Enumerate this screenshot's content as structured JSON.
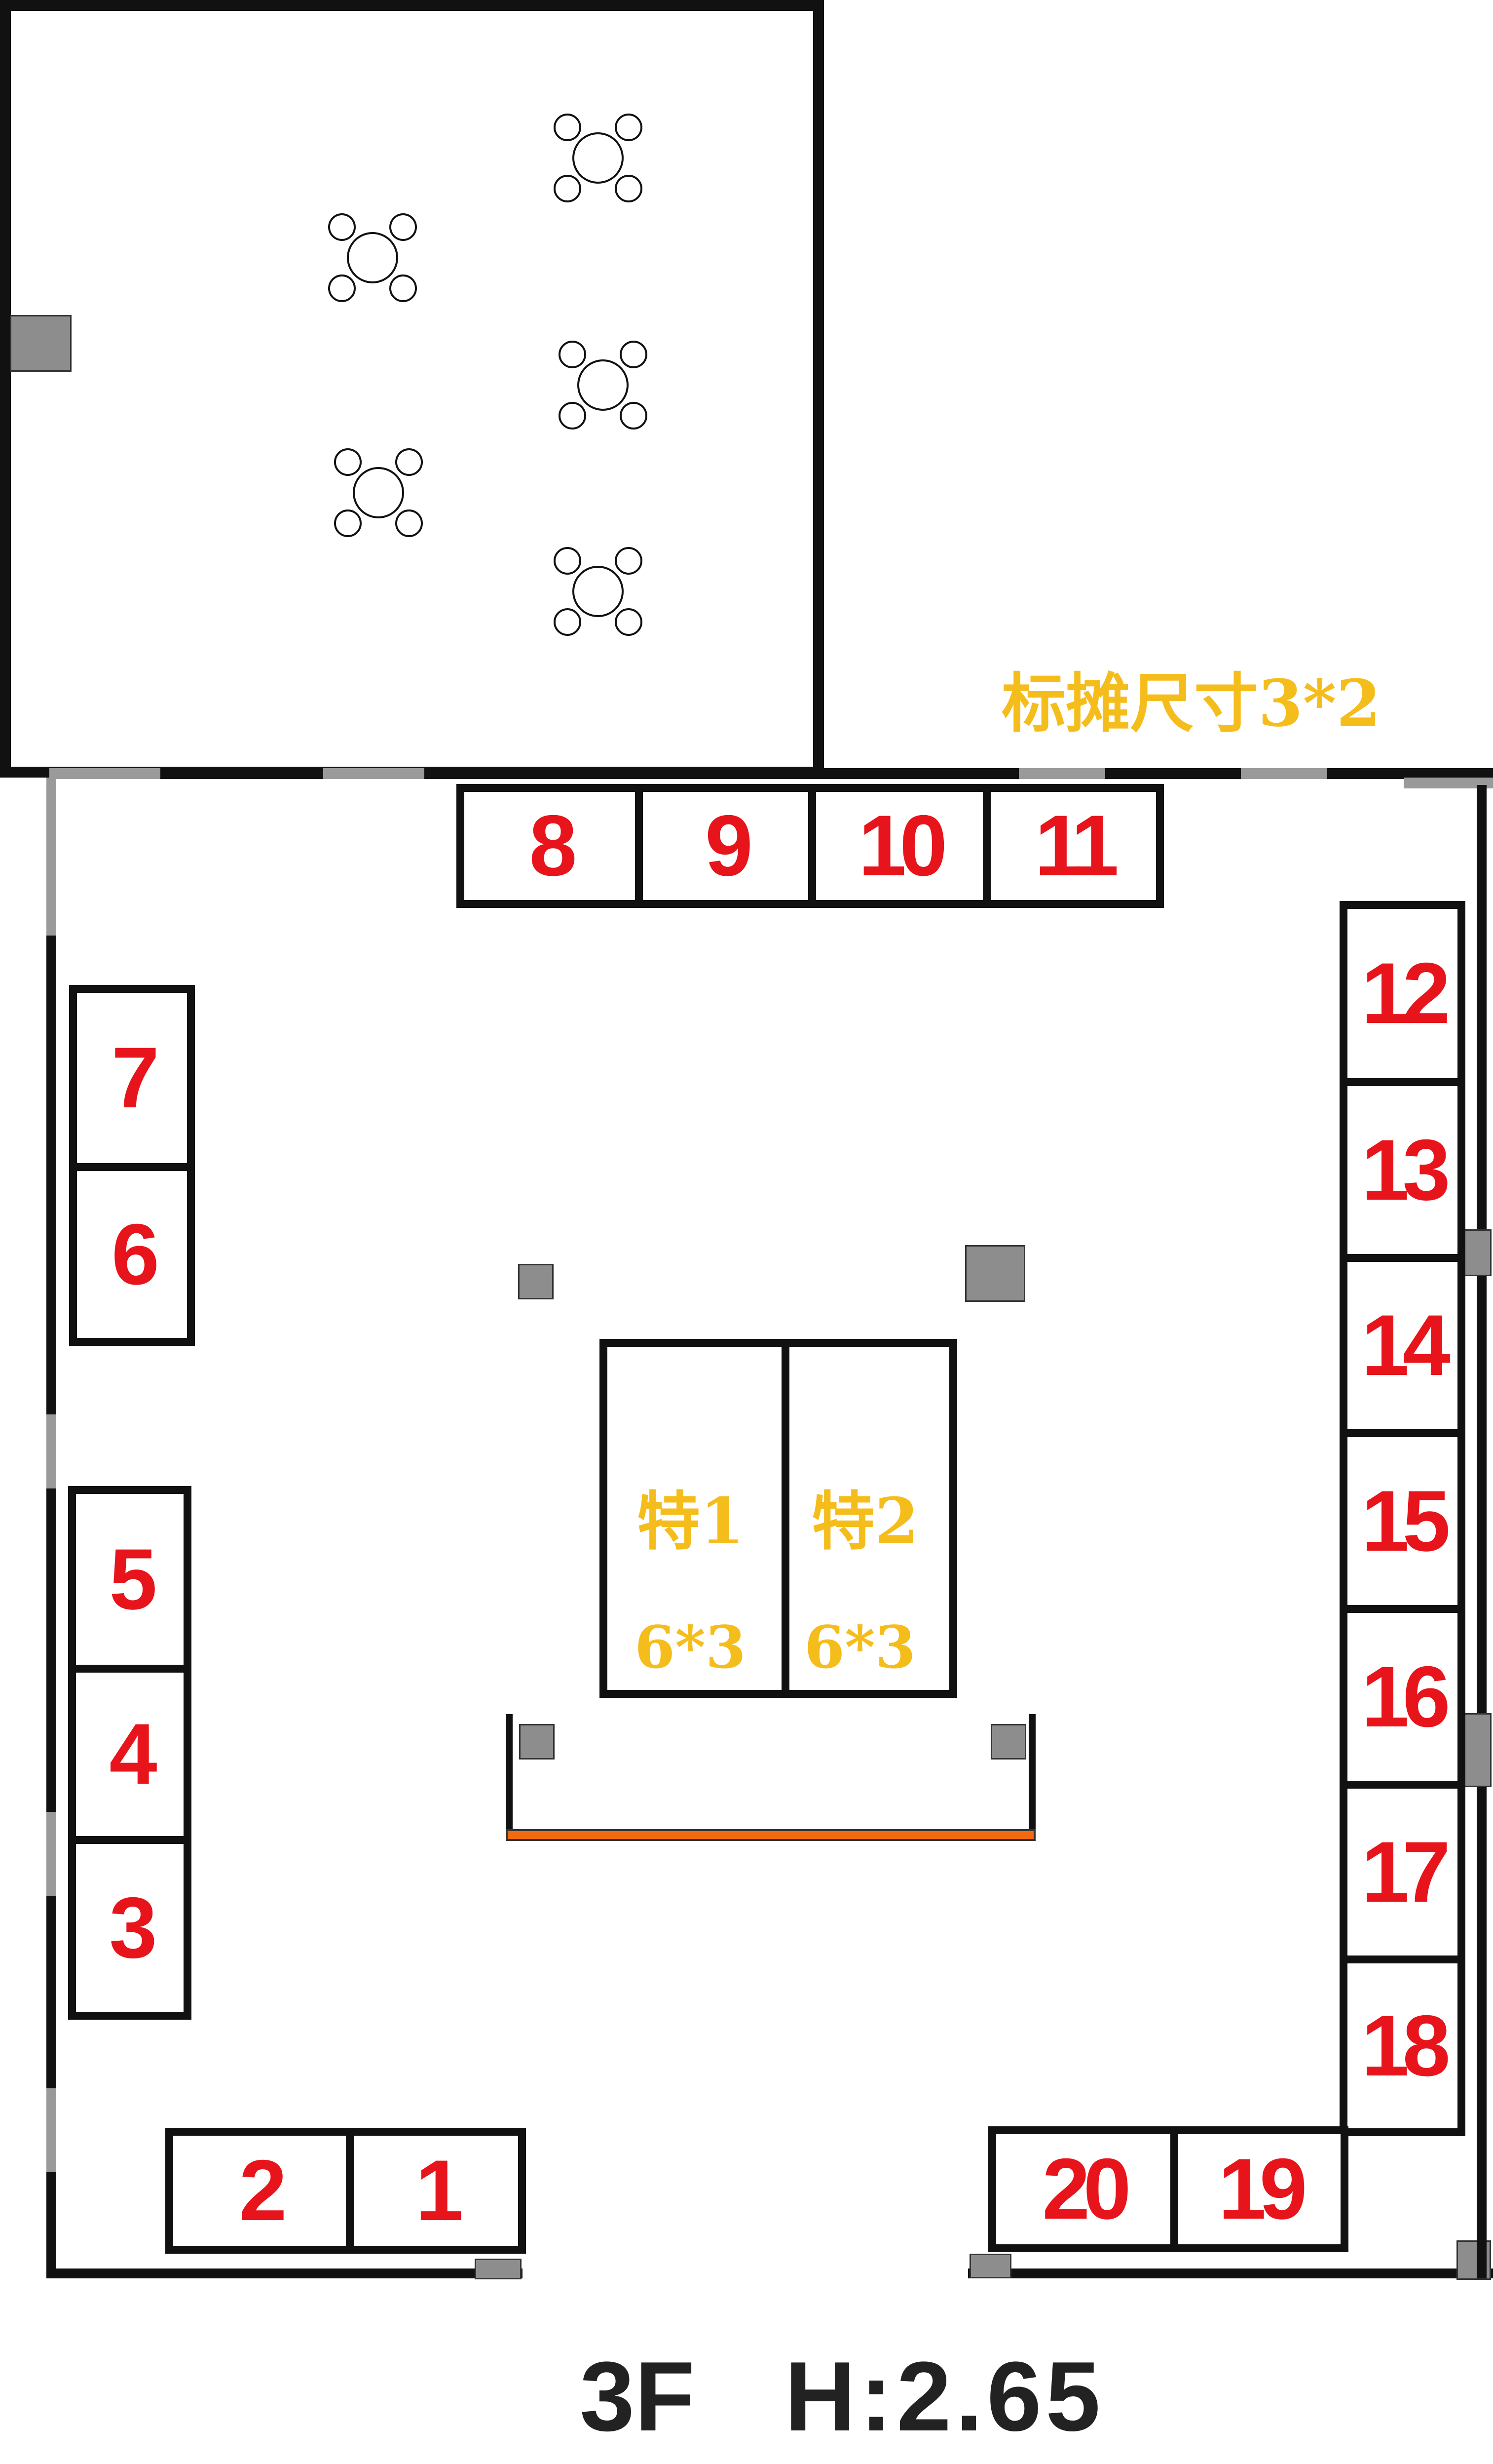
{
  "legend": {
    "booth_size": "标摊尺寸3*2"
  },
  "footer": {
    "floor_label": "3F",
    "height_label": "H:2.65"
  },
  "special_booths": [
    {
      "label": "特1",
      "size": "6*3"
    },
    {
      "label": "特2",
      "size": "6*3"
    }
  ],
  "booths": {
    "b1": "1",
    "b2": "2",
    "b3": "3",
    "b4": "4",
    "b5": "5",
    "b6": "6",
    "b7": "7",
    "b8": "8",
    "b9": "9",
    "b10": "10",
    "b11": "11",
    "b12": "12",
    "b13": "13",
    "b14": "14",
    "b15": "15",
    "b16": "16",
    "b17": "17",
    "b18": "18",
    "b19": "19",
    "b20": "20"
  },
  "colors": {
    "booth_number": "#e8141b",
    "special_text": "#f5bd1c",
    "stage_edge": "#f26a0f",
    "wall": "#111111",
    "door_gap": "#9a9a9a"
  },
  "icons": [
    "round-table-with-four-chairs-icon"
  ]
}
